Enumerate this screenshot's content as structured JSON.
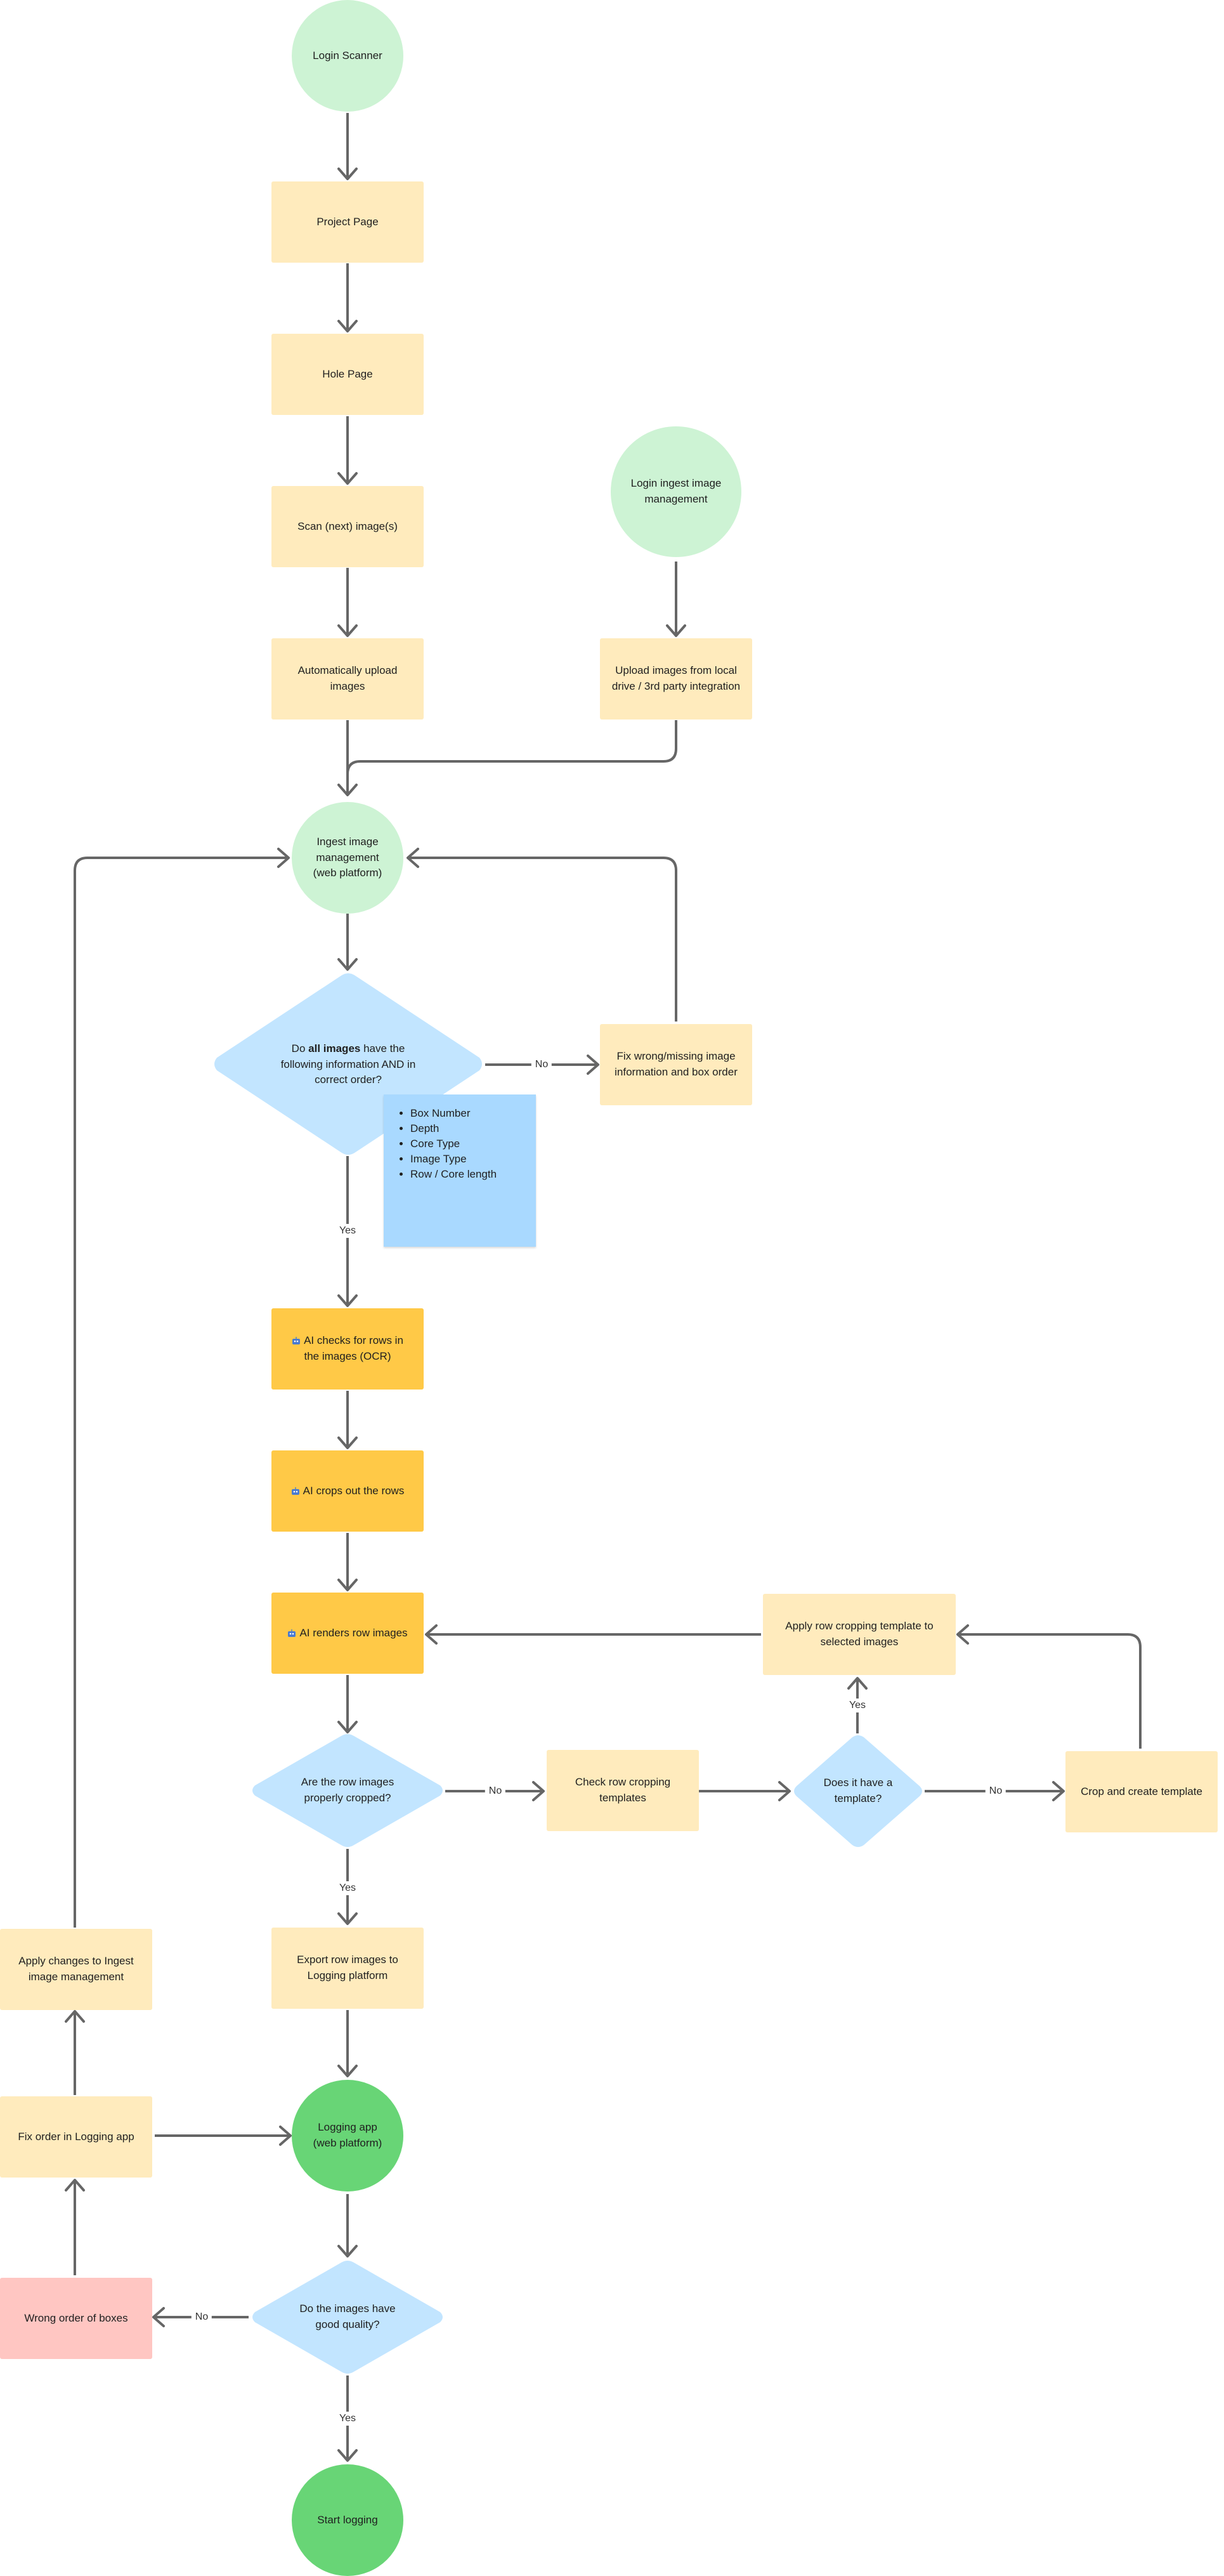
{
  "nodes": {
    "login_scanner": "Login Scanner",
    "project_page": "Project Page",
    "hole_page": "Hole Page",
    "scan_images": "Scan (next) image(s)",
    "auto_upload": "Automatically upload images",
    "login_ingest": "Login ingest image management",
    "upload_local": "Upload images from local drive / 3rd party integration",
    "ingest_web": "Ingest image management (web platform)",
    "decision_info_pre": "Do ",
    "decision_info_bold": "all images",
    "decision_info_post": " have the following information AND in correct order?",
    "fix_wrong": "Fix wrong/missing image information and box order",
    "ai_checks": "AI checks for rows in the images (OCR)",
    "ai_crops": "AI crops out the rows",
    "ai_renders": "AI renders row images",
    "apply_template": "Apply row cropping template to selected images",
    "decision_cropped": "Are the row images properly cropped?",
    "check_templates": "Check row cropping templates",
    "decision_template": "Does it have a template?",
    "crop_create": "Crop and create template",
    "export_rows": "Export row images to Logging platform",
    "apply_changes": "Apply changes to Ingest image management",
    "fix_order": "Fix order in Logging app",
    "logging_app": "Logging app (web platform)",
    "wrong_order": "Wrong order of boxes",
    "decision_quality": "Do the images have good quality?",
    "start_logging": "Start logging"
  },
  "note_items": [
    "Box Number",
    "Depth",
    "Core Type",
    "Image Type",
    "Row / Core length"
  ],
  "edge_labels": {
    "no": "No",
    "yes": "Yes"
  },
  "colors": {
    "pale_rect": "#ffebbd",
    "amber_rect": "#ffc947",
    "red_rect": "#ffc6c2",
    "pale_circle": "#cdf3d4",
    "dark_circle": "#68d576",
    "decision": "#c2e5ff",
    "note": "#a9d9ff",
    "connector": "#666666"
  }
}
